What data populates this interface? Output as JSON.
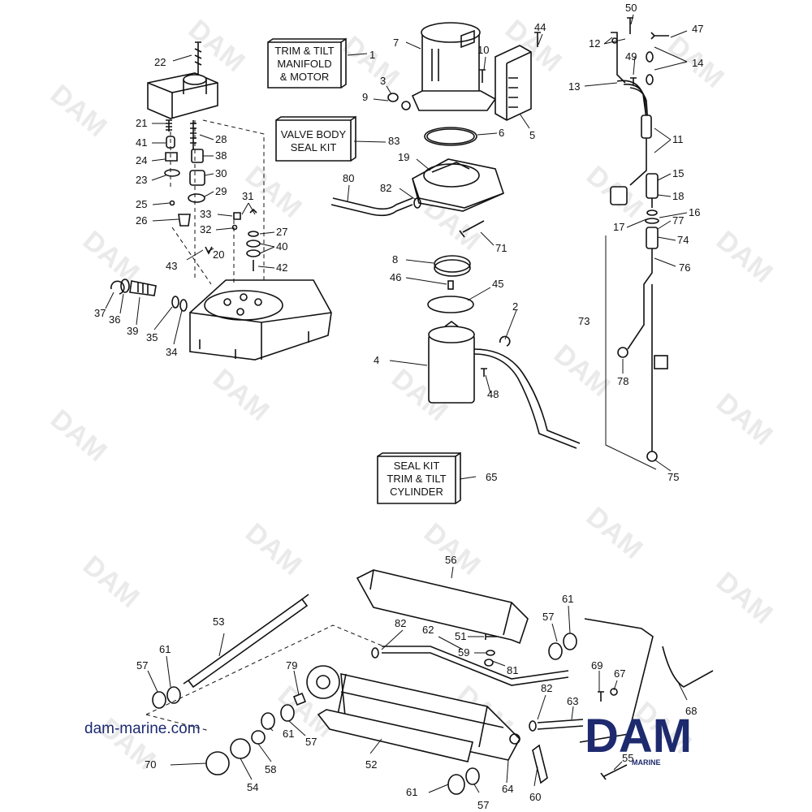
{
  "kit_labels": {
    "manifold": [
      "TRIM & TILT",
      "MANIFOLD",
      "& MOTOR"
    ],
    "valve": [
      "VALVE BODY",
      "SEAL KIT"
    ],
    "cylinder": [
      "SEAL KIT",
      "TRIM & TILT",
      "CYLINDER"
    ]
  },
  "part_numbers": [
    {
      "id": "22",
      "label": "22"
    },
    {
      "id": "1",
      "label": "1"
    },
    {
      "id": "7",
      "label": "7"
    },
    {
      "id": "44",
      "label": "44"
    },
    {
      "id": "50",
      "label": "50"
    },
    {
      "id": "47",
      "label": "47"
    },
    {
      "id": "12",
      "label": "12"
    },
    {
      "id": "49",
      "label": "49"
    },
    {
      "id": "14",
      "label": "14"
    },
    {
      "id": "13",
      "label": "13"
    },
    {
      "id": "10",
      "label": "10"
    },
    {
      "id": "3",
      "label": "3"
    },
    {
      "id": "9",
      "label": "9"
    },
    {
      "id": "5",
      "label": "5"
    },
    {
      "id": "6",
      "label": "6"
    },
    {
      "id": "83",
      "label": "83"
    },
    {
      "id": "21",
      "label": "21"
    },
    {
      "id": "28",
      "label": "28"
    },
    {
      "id": "41",
      "label": "41"
    },
    {
      "id": "38",
      "label": "38"
    },
    {
      "id": "24",
      "label": "24"
    },
    {
      "id": "30",
      "label": "30"
    },
    {
      "id": "23",
      "label": "23"
    },
    {
      "id": "29",
      "label": "29"
    },
    {
      "id": "25",
      "label": "25"
    },
    {
      "id": "26",
      "label": "26"
    },
    {
      "id": "31",
      "label": "31"
    },
    {
      "id": "33",
      "label": "33"
    },
    {
      "id": "32",
      "label": "32"
    },
    {
      "id": "27",
      "label": "27"
    },
    {
      "id": "40",
      "label": "40"
    },
    {
      "id": "20",
      "label": "20"
    },
    {
      "id": "43",
      "label": "43"
    },
    {
      "id": "42",
      "label": "42"
    },
    {
      "id": "11",
      "label": "11"
    },
    {
      "id": "19",
      "label": "19"
    },
    {
      "id": "80",
      "label": "80"
    },
    {
      "id": "82a",
      "label": "82"
    },
    {
      "id": "15",
      "label": "15"
    },
    {
      "id": "18",
      "label": "18"
    },
    {
      "id": "16",
      "label": "16"
    },
    {
      "id": "17",
      "label": "17"
    },
    {
      "id": "77",
      "label": "77"
    },
    {
      "id": "74",
      "label": "74"
    },
    {
      "id": "71",
      "label": "71"
    },
    {
      "id": "8",
      "label": "8"
    },
    {
      "id": "76",
      "label": "76"
    },
    {
      "id": "46",
      "label": "46"
    },
    {
      "id": "45",
      "label": "45"
    },
    {
      "id": "2",
      "label": "2"
    },
    {
      "id": "37",
      "label": "37"
    },
    {
      "id": "36",
      "label": "36"
    },
    {
      "id": "39",
      "label": "39"
    },
    {
      "id": "35",
      "label": "35"
    },
    {
      "id": "34",
      "label": "34"
    },
    {
      "id": "73",
      "label": "73"
    },
    {
      "id": "4",
      "label": "4"
    },
    {
      "id": "78",
      "label": "78"
    },
    {
      "id": "48",
      "label": "48"
    },
    {
      "id": "65",
      "label": "65"
    },
    {
      "id": "75",
      "label": "75"
    },
    {
      "id": "56",
      "label": "56"
    },
    {
      "id": "53",
      "label": "53"
    },
    {
      "id": "61a",
      "label": "61"
    },
    {
      "id": "57a",
      "label": "57"
    },
    {
      "id": "82b",
      "label": "82"
    },
    {
      "id": "62",
      "label": "62"
    },
    {
      "id": "51",
      "label": "51"
    },
    {
      "id": "59",
      "label": "59"
    },
    {
      "id": "81",
      "label": "81"
    },
    {
      "id": "57b",
      "label": "57"
    },
    {
      "id": "61b",
      "label": "61"
    },
    {
      "id": "69",
      "label": "69"
    },
    {
      "id": "67",
      "label": "67"
    },
    {
      "id": "79",
      "label": "79"
    },
    {
      "id": "61c",
      "label": "61"
    },
    {
      "id": "57c",
      "label": "57"
    },
    {
      "id": "82c",
      "label": "82"
    },
    {
      "id": "63",
      "label": "63"
    },
    {
      "id": "68",
      "label": "68"
    },
    {
      "id": "70",
      "label": "70"
    },
    {
      "id": "58",
      "label": "58"
    },
    {
      "id": "52",
      "label": "52"
    },
    {
      "id": "55",
      "label": "55"
    },
    {
      "id": "54",
      "label": "54"
    },
    {
      "id": "61d",
      "label": "61"
    },
    {
      "id": "57d",
      "label": "57"
    },
    {
      "id": "64",
      "label": "64"
    },
    {
      "id": "60",
      "label": "60"
    }
  ],
  "website": "dam-marine.com",
  "logo": {
    "text": "DAM",
    "sub": "MARINE",
    "color": "#1d2a6e"
  },
  "watermark": {
    "text": "DAM"
  }
}
